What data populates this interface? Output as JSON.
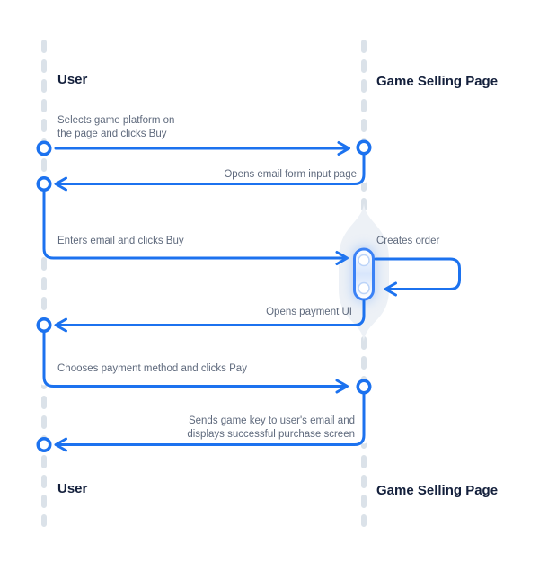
{
  "diagram": {
    "type": "sequence-diagram",
    "actors": [
      {
        "id": "user",
        "name": "User"
      },
      {
        "id": "game-selling-page",
        "name": "Game Selling Page"
      }
    ],
    "messages": [
      {
        "from": "User",
        "to": "Game Selling Page",
        "label": "Selects game platform on the page and clicks Buy"
      },
      {
        "from": "Game Selling Page",
        "to": "User",
        "label": "Opens email form input page"
      },
      {
        "from": "User",
        "to": "Game Selling Page",
        "label": "Enters email and clicks Buy"
      },
      {
        "from": "Game Selling Page",
        "to": "Game Selling Page",
        "self": true,
        "label": "Creates order"
      },
      {
        "from": "Game Selling Page",
        "to": "User",
        "label": "Opens payment UI"
      },
      {
        "from": "User",
        "to": "Game Selling Page",
        "label": "Chooses payment method and clicks Pay"
      },
      {
        "from": "Game Selling Page",
        "to": "User",
        "label": "Sends game key to user's email and displays successful purchase screen"
      }
    ],
    "colors": {
      "arrow": "#1c72ef",
      "lifeline": "#dbe2e9",
      "actor_text": "#14203c",
      "message_text": "#5f6a7d",
      "activation_fill": "#d8e6fc",
      "activation_glow": "#edf1f6",
      "background": "#ffffff"
    }
  }
}
